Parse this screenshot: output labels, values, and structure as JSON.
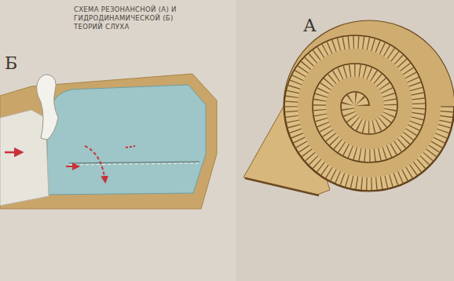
{
  "diagram": {
    "title": "СХЕМА РЕЗОНАНСНОЙ (А) И ГИДРОДИНАМИЧЕСКОЙ (Б) ТЕОРИЙ СЛУХА",
    "labels": [
      "Б",
      "А"
    ]
  }
}
